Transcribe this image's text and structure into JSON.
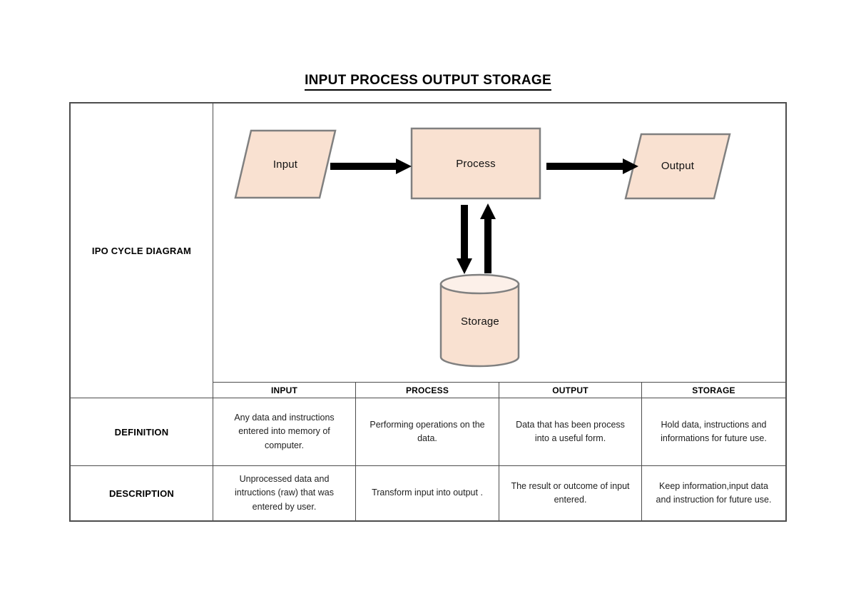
{
  "title": "INPUT PROCESS OUTPUT STORAGE",
  "diagram": {
    "row_label": "IPO CYCLE DIAGRAM",
    "nodes": {
      "input": "Input",
      "process": "Process",
      "output": "Output",
      "storage": "Storage"
    },
    "colors": {
      "shape_fill": "#f9e1d1",
      "cylinder_top_fill": "#fcf0e9",
      "shape_border": "#808080",
      "arrow": "#000000"
    }
  },
  "table": {
    "header": [
      "INPUT",
      "PROCESS",
      "OUTPUT",
      "STORAGE"
    ],
    "rows": [
      {
        "label": "DEFINITION",
        "cells": [
          "Any data and instructions entered into memory of computer.",
          "Performing operations on the data.",
          "Data that has been process into a useful form.",
          "Hold data, instructions and informations for future use."
        ]
      },
      {
        "label": "DESCRIPTION",
        "cells": [
          "Unprocessed data and intructions (raw) that was entered by user.",
          "Transform input into output .",
          "The result or outcome of input entered.",
          "Keep information,input data and instruction for future use."
        ]
      }
    ]
  }
}
